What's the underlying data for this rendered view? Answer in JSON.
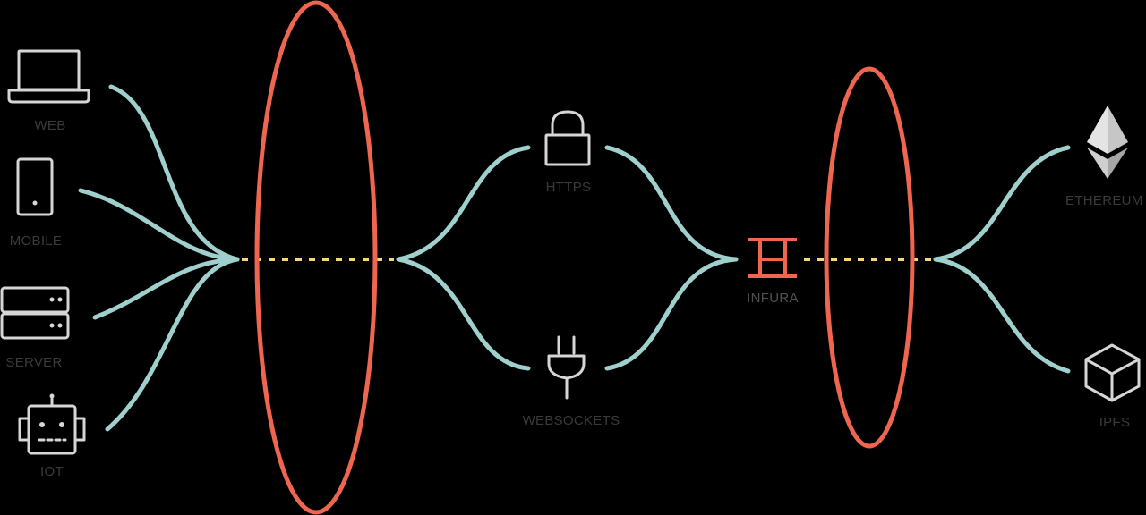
{
  "clients": {
    "web": "WEB",
    "mobile": "MOBILE",
    "server": "SERVER",
    "iot": "IOT"
  },
  "transports": {
    "https": "HTTPS",
    "websockets": "WEBSOCKETS"
  },
  "gateway": {
    "name": "INFURA"
  },
  "networks": {
    "ethereum": "ETHEREUM",
    "ipfs": "IPFS"
  },
  "colors": {
    "background": "#000000",
    "connector": "#9fd0cd",
    "ring": "#ee6650",
    "dotted_link": "#f6d57a",
    "icon": "#d6d6d6",
    "ethereum_light": "#e4e4e4",
    "ethereum_dark": "#a6a6a6",
    "infura_logo": "#ee6650",
    "label": "#3a3a3a"
  },
  "icons": {
    "web": "laptop-icon",
    "mobile": "phone-icon",
    "server": "server-icon",
    "iot": "robot-icon",
    "https": "padlock-icon",
    "websockets": "plug-icon",
    "gateway": "infura-logo-icon",
    "ethereum": "ethereum-icon",
    "ipfs": "cube-icon"
  }
}
